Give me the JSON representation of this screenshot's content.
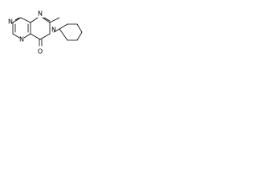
{
  "molecule": {
    "atoms": {
      "n1": "N",
      "n3": "N",
      "n5": "N",
      "n8": "N",
      "o": "O"
    }
  }
}
